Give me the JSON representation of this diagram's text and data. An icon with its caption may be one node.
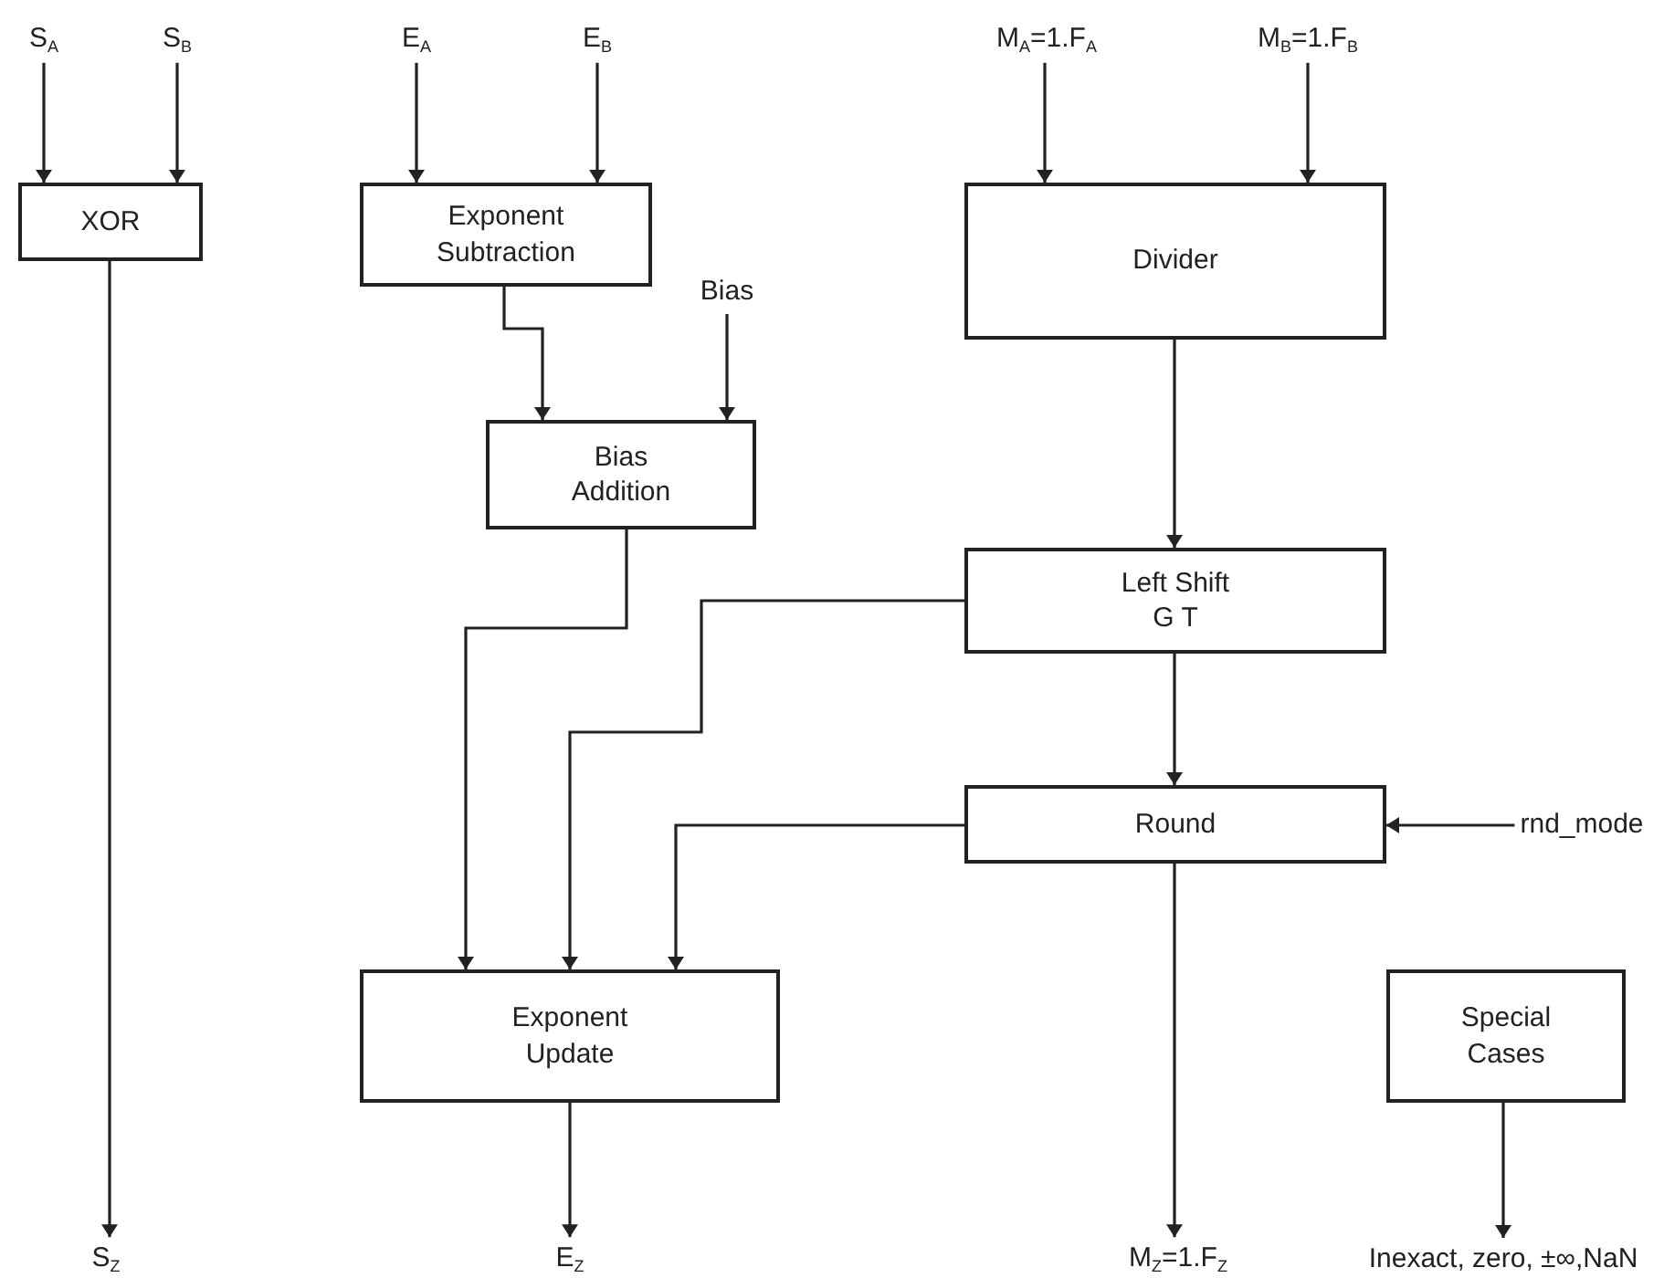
{
  "diagram": {
    "nodes": [
      {
        "text": [
          "S$_{A}$"
        ]
      },
      {
        "text": [
          "S$_{B}$"
        ]
      },
      {
        "text": [
          "E$_{A}$"
        ]
      },
      {
        "text": [
          "E$_{B}$"
        ]
      },
      {
        "text": [
          "M$_{A}$=1.F$_{A}$"
        ]
      },
      {
        "text": [
          "M$_{B}$=1.F$_{B}$"
        ]
      },
      {
        "text": [
          "XOR"
        ]
      },
      {
        "text": [
          "Exponent Subtraction"
        ]
      },
      {
        "text": [
          "Bias"
        ]
      },
      {
        "text": [
          "Bias Addition"
        ]
      },
      {
        "text": [
          "Divider"
        ]
      },
      {
        "text": [
          "Left Shift G T"
        ]
      },
      {
        "text": [
          "Round"
        ]
      },
      {
        "text": [
          "rnd_mode"
        ]
      },
      {
        "text": [
          "Exponent Update"
        ]
      },
      {
        "text": [
          "Special Cases"
        ]
      },
      {
        "text": [
          "S$_{Z}$"
        ]
      },
      {
        "text": [
          "E$_{Z}$"
        ]
      },
      {
        "text": [
          "M$_{Z}$=1.F$_{Z}$"
        ]
      },
      {
        "text": [
          "Inexact, zero, ±∞,NaN"
        ]
      }
    ],
    "edges": [
      {
        "from": 0,
        "to": 6,
        "arrow": "to"
      },
      {
        "from": 1,
        "to": 6,
        "arrow": "to"
      },
      {
        "from": 2,
        "to": 7,
        "arrow": "to"
      },
      {
        "from": 3,
        "to": 7,
        "arrow": "to"
      },
      {
        "from": 4,
        "to": 10,
        "arrow": "to"
      },
      {
        "from": 5,
        "to": 10,
        "arrow": "to"
      },
      {
        "from": 6,
        "to": 16,
        "arrow": "to"
      },
      {
        "from": 7,
        "to": 9,
        "arrow": "to"
      },
      {
        "from": 8,
        "to": 9,
        "arrow": "to"
      },
      {
        "from": 10,
        "to": 11,
        "arrow": "to"
      },
      {
        "from": 9,
        "to": 14,
        "arrow": "to"
      },
      {
        "from": 11,
        "to": 14,
        "arrow": "to"
      },
      {
        "from": 11,
        "to": 12,
        "arrow": "to"
      },
      {
        "from": 12,
        "to": 14,
        "arrow": "to"
      },
      {
        "from": 13,
        "to": 12,
        "arrow": "to"
      },
      {
        "from": 12,
        "to": 18,
        "arrow": "to"
      },
      {
        "from": 14,
        "to": 17,
        "arrow": "to"
      },
      {
        "from": 15,
        "to": 19,
        "arrow": "to"
      }
    ]
  }
}
